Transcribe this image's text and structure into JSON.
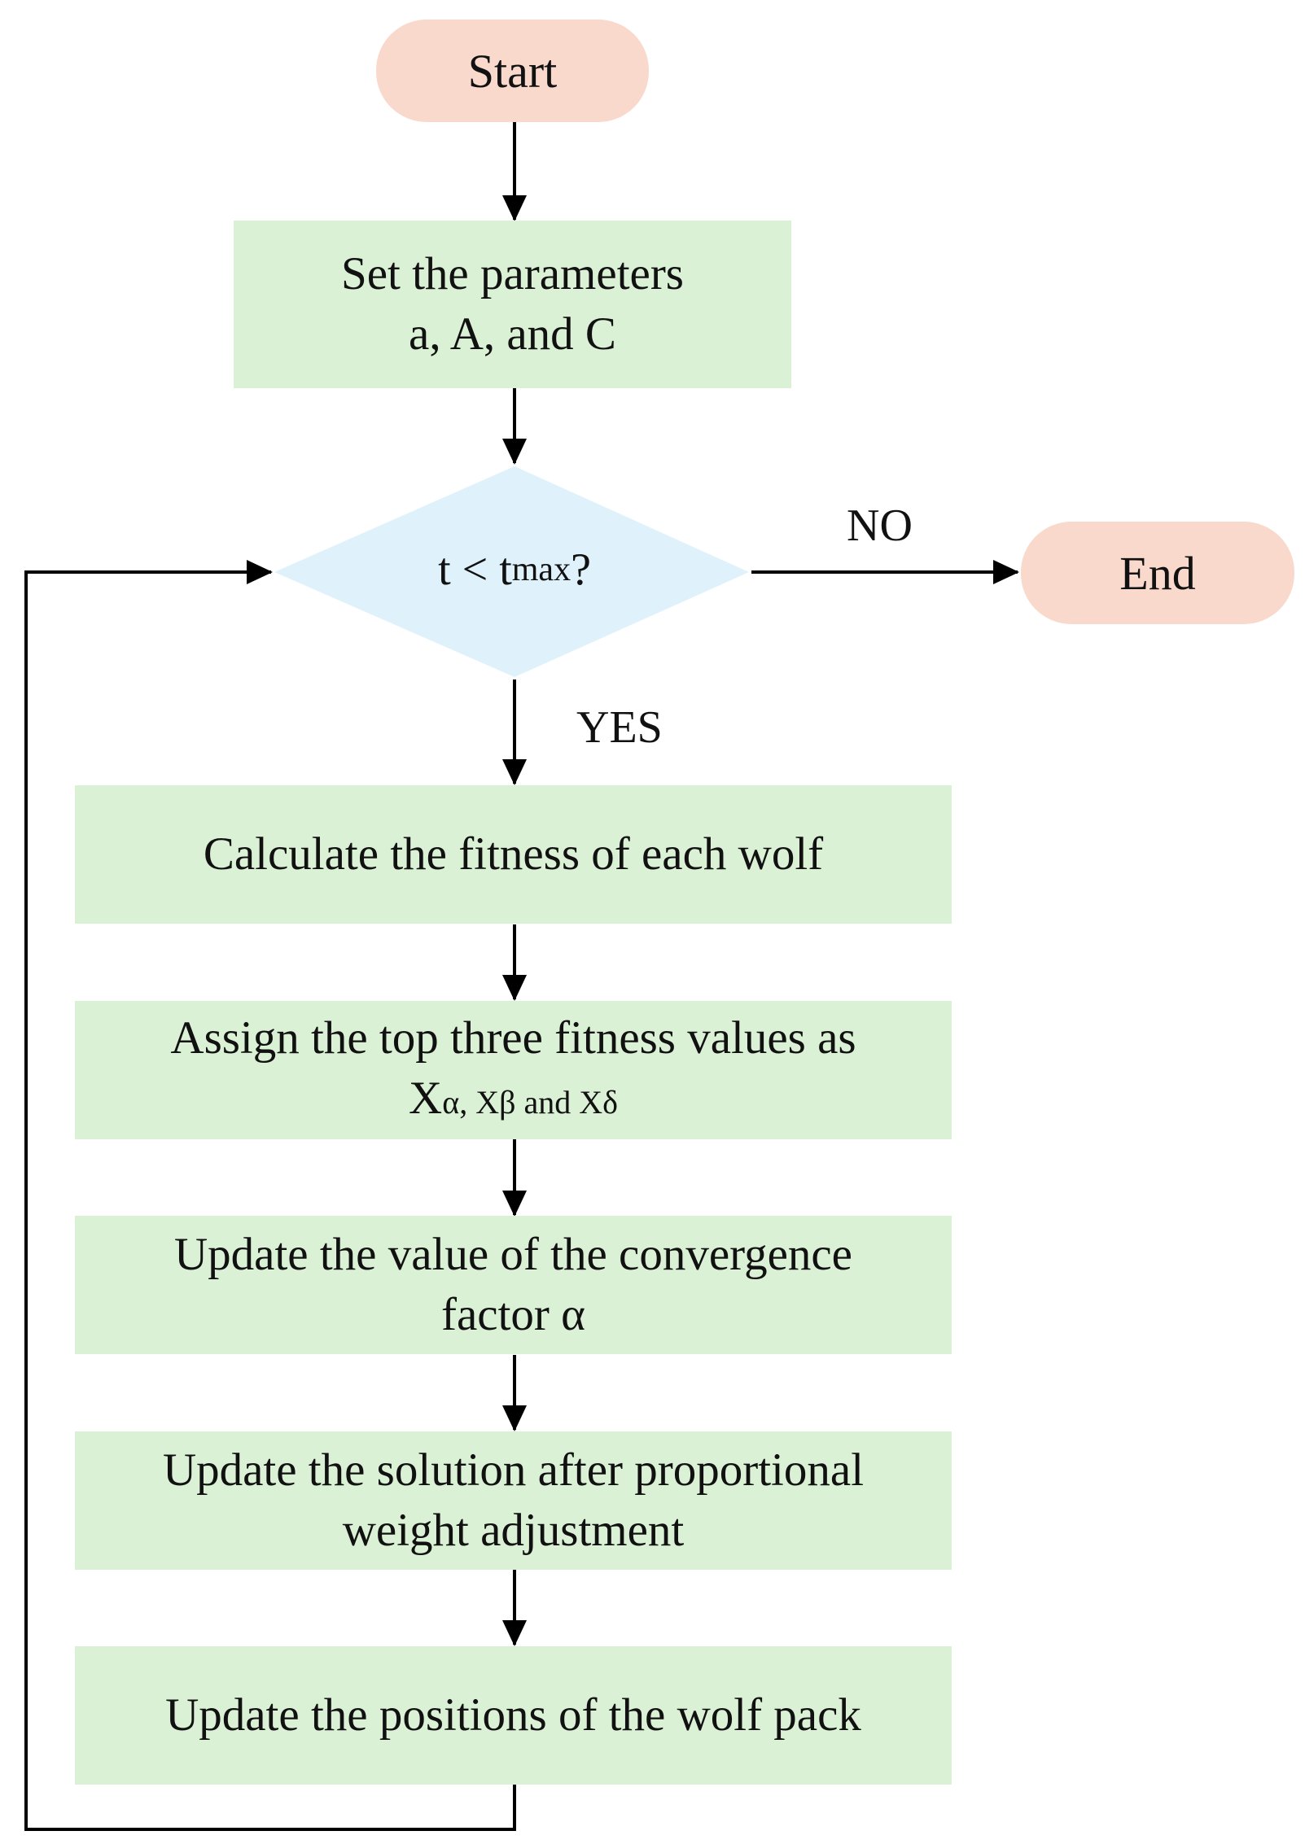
{
  "start": {
    "label": "Start"
  },
  "setup": {
    "line1": "Set the parameters",
    "line2": "a, A, and C"
  },
  "decision": {
    "t": "t < t",
    "sub": "max",
    "q": "?"
  },
  "branches": {
    "no": "NO",
    "yes": "YES"
  },
  "end": {
    "label": "End"
  },
  "steps": {
    "fitness": "Calculate the fitness of each wolf",
    "assign": {
      "line1": "Assign the top three fitness values as",
      "x1": "X",
      "s1": "α",
      "sep1": ", X",
      "s2": "β",
      "sep2": " and X",
      "s3": "δ"
    },
    "convergence": {
      "line1": "Update the value of the convergence",
      "line2": "factor α"
    },
    "solution": {
      "line1": "Update the solution after proportional",
      "line2": "weight adjustment"
    },
    "positions": "Update the positions of the wolf pack"
  },
  "colors": {
    "terminal_fill": "#fad9cd",
    "process_fill": "#daf1d5",
    "decision_fill": "#dff1fb",
    "line": "#000000"
  }
}
